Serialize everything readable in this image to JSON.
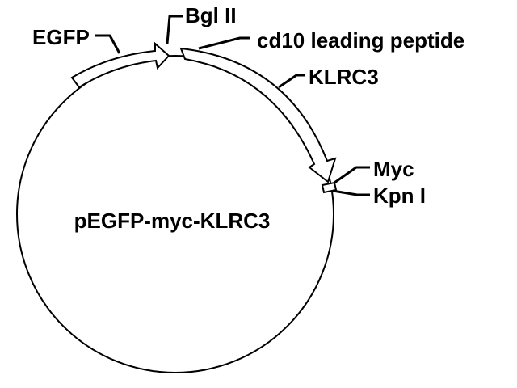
{
  "plasmid": {
    "name": "pEGFP-myc-KLRC3"
  },
  "features": {
    "egfp": "EGFP",
    "bgl2": "Bgl II",
    "cd10": "cd10 leading peptide",
    "klrc3": "KLRC3",
    "myc": "Myc",
    "kpn1": "Kpn I"
  }
}
